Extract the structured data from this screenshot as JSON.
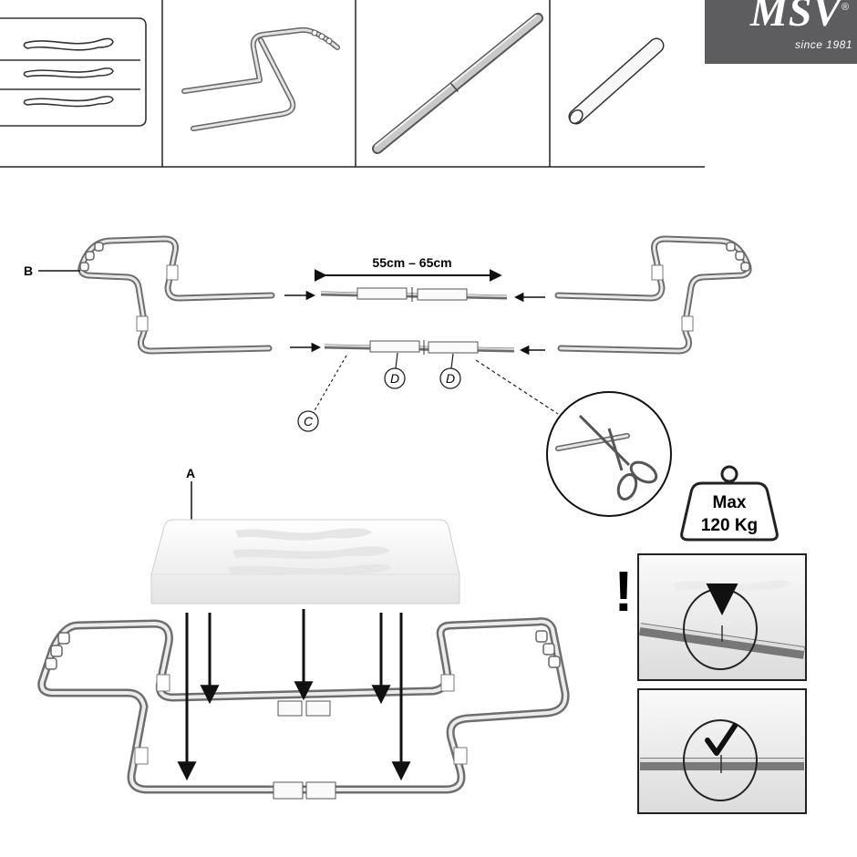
{
  "brand": {
    "name": "MSV",
    "registered": "®",
    "tagline": "since 1981"
  },
  "labels": {
    "part_b": "B",
    "part_a": "A",
    "part_c": "C",
    "part_d": "D"
  },
  "range": {
    "text": "55cm – 65cm"
  },
  "weight": {
    "line1": "Max",
    "line2": "120 Kg"
  },
  "warning": {
    "mark": "!"
  },
  "colors": {
    "logo_bg": "#5d5d5f",
    "metal_dark": "#8a8a8a",
    "metal_light": "#e6e6e6",
    "line": "#1a1a1a",
    "seat": "#f7f7f7"
  }
}
